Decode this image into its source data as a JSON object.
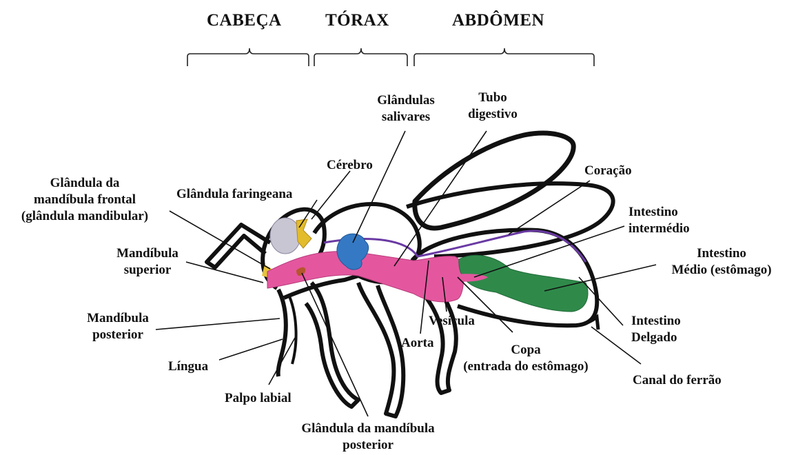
{
  "colors": {
    "outline": "#111111",
    "tube": "#e4579f",
    "brain": "#c9c6d3",
    "pharyngeal_gland": "#e3bc2c",
    "salivary_gland": "#3579c4",
    "aorta": "#6a3aa3",
    "stomach": "#2f8a4a",
    "mandibular_gland": "#e6c33a",
    "posterior_gland": "#b5562c"
  },
  "sections": {
    "head": "CABEÇA",
    "thorax": "TÓRAX",
    "abdomen": "ABDÔMEN"
  },
  "labels": {
    "salivary_glands": [
      "Glândulas",
      "salivares"
    ],
    "digestive_tube": [
      "Tubo",
      "digestivo"
    ],
    "brain": "Cérebro",
    "heart": "Coração",
    "frontal_mandible_gland": [
      "Glândula da",
      "mandíbula frontal",
      "(glândula mandibular)"
    ],
    "pharyngeal_gland": "Glândula faringeana",
    "intermediate_intestine": [
      "Intestino",
      "intermédio"
    ],
    "middle_intestine": [
      "Intestino",
      "Médio (estômago)"
    ],
    "upper_mandible": [
      "Mandíbula",
      "superior"
    ],
    "posterior_mandible": [
      "Mandíbula",
      "posterior"
    ],
    "vesicle": "Vesícula",
    "small_intestine": [
      "Intestino",
      "Delgado"
    ],
    "aorta": "Aorta",
    "cup": [
      "Copa",
      "(entrada do estômago)"
    ],
    "tongue": "Língua",
    "sting_canal": "Canal do ferrão",
    "labial_palp": "Palpo labial",
    "posterior_mandible_gland": [
      "Glândula da mandíbula",
      "posterior"
    ]
  }
}
